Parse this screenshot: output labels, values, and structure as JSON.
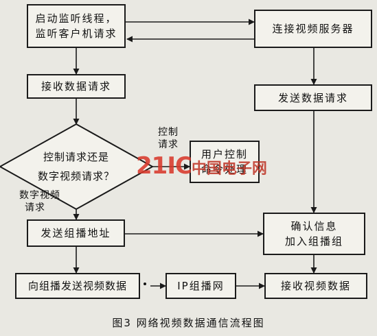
{
  "nodes": {
    "start": [
      "启动监听线程，",
      "监听客户机请求"
    ],
    "connect": [
      "连接视频服务器"
    ],
    "receive_request": [
      "接收数据请求"
    ],
    "send_request": [
      "发送数据请求"
    ],
    "decision": [
      "控制请求还是",
      "数字视频请求？"
    ],
    "user_control": [
      "用户控制",
      "命令处理"
    ],
    "send_multicast_addr": [
      "发送组播地址"
    ],
    "confirm": [
      "确认信息",
      "加入组播组"
    ],
    "send_video": [
      "向组播发送视频数据"
    ],
    "ip_multicast": [
      "IP组播网"
    ],
    "receive_video": [
      "接收视频数据"
    ]
  },
  "labels": {
    "control_request": [
      "控制",
      "请求"
    ],
    "digital_video_request": [
      "数字视频",
      "请求"
    ]
  },
  "caption": "图3   网络视频数据通信流程图",
  "watermark": {
    "text": "21IC",
    "sub": "中国电子网"
  }
}
